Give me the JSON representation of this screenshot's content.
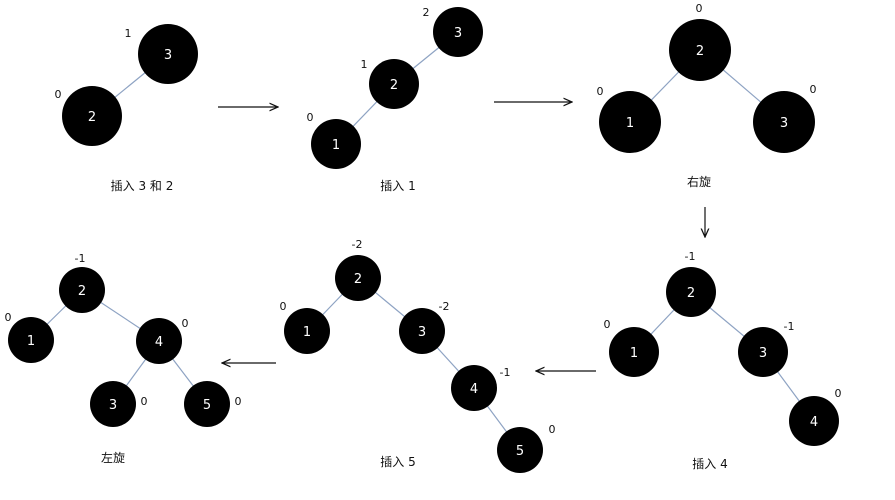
{
  "colors": {
    "node_fill": "#000000",
    "node_text": "#ffffff",
    "edge": "#8ea3c3",
    "arrow": "#111111"
  },
  "diagrams": [
    {
      "id": "d1",
      "caption": "插入 3 和 2",
      "nodes": [
        {
          "id": "3",
          "label": "3",
          "bf": "1"
        },
        {
          "id": "2",
          "label": "2",
          "bf": "0"
        }
      ],
      "edges": [
        [
          "3",
          "2"
        ]
      ]
    },
    {
      "id": "d2",
      "caption": "插入 1",
      "nodes": [
        {
          "id": "3",
          "label": "3",
          "bf": "2"
        },
        {
          "id": "2",
          "label": "2",
          "bf": "1"
        },
        {
          "id": "1",
          "label": "1",
          "bf": "0"
        }
      ],
      "edges": [
        [
          "3",
          "2"
        ],
        [
          "2",
          "1"
        ]
      ]
    },
    {
      "id": "d3",
      "caption": "右旋",
      "nodes": [
        {
          "id": "2",
          "label": "2",
          "bf": "0"
        },
        {
          "id": "1",
          "label": "1",
          "bf": "0"
        },
        {
          "id": "3",
          "label": "3",
          "bf": "0"
        }
      ],
      "edges": [
        [
          "2",
          "1"
        ],
        [
          "2",
          "3"
        ]
      ]
    },
    {
      "id": "d4",
      "caption": "插入 4",
      "nodes": [
        {
          "id": "2",
          "label": "2",
          "bf": "-1"
        },
        {
          "id": "1",
          "label": "1",
          "bf": "0"
        },
        {
          "id": "3",
          "label": "3",
          "bf": "-1"
        },
        {
          "id": "4",
          "label": "4",
          "bf": "0"
        }
      ],
      "edges": [
        [
          "2",
          "1"
        ],
        [
          "2",
          "3"
        ],
        [
          "3",
          "4"
        ]
      ]
    },
    {
      "id": "d5",
      "caption": "插入 5",
      "nodes": [
        {
          "id": "2",
          "label": "2",
          "bf": "-2"
        },
        {
          "id": "1",
          "label": "1",
          "bf": "0"
        },
        {
          "id": "3",
          "label": "3",
          "bf": "-2"
        },
        {
          "id": "4",
          "label": "4",
          "bf": "-1"
        },
        {
          "id": "5",
          "label": "5",
          "bf": "0"
        }
      ],
      "edges": [
        [
          "2",
          "1"
        ],
        [
          "2",
          "3"
        ],
        [
          "3",
          "4"
        ],
        [
          "4",
          "5"
        ]
      ]
    },
    {
      "id": "d6",
      "caption": "左旋",
      "nodes": [
        {
          "id": "2",
          "label": "2",
          "bf": "-1"
        },
        {
          "id": "1",
          "label": "1",
          "bf": "0"
        },
        {
          "id": "4",
          "label": "4",
          "bf": "0"
        },
        {
          "id": "3",
          "label": "3",
          "bf": "0"
        },
        {
          "id": "5",
          "label": "5",
          "bf": "0"
        }
      ],
      "edges": [
        [
          "2",
          "1"
        ],
        [
          "2",
          "4"
        ],
        [
          "4",
          "3"
        ],
        [
          "4",
          "5"
        ]
      ]
    }
  ],
  "arrows": [
    {
      "id": "a1",
      "direction": "right"
    },
    {
      "id": "a2",
      "direction": "right"
    },
    {
      "id": "a3",
      "direction": "down"
    },
    {
      "id": "a4",
      "direction": "left"
    },
    {
      "id": "a5",
      "direction": "left"
    }
  ]
}
